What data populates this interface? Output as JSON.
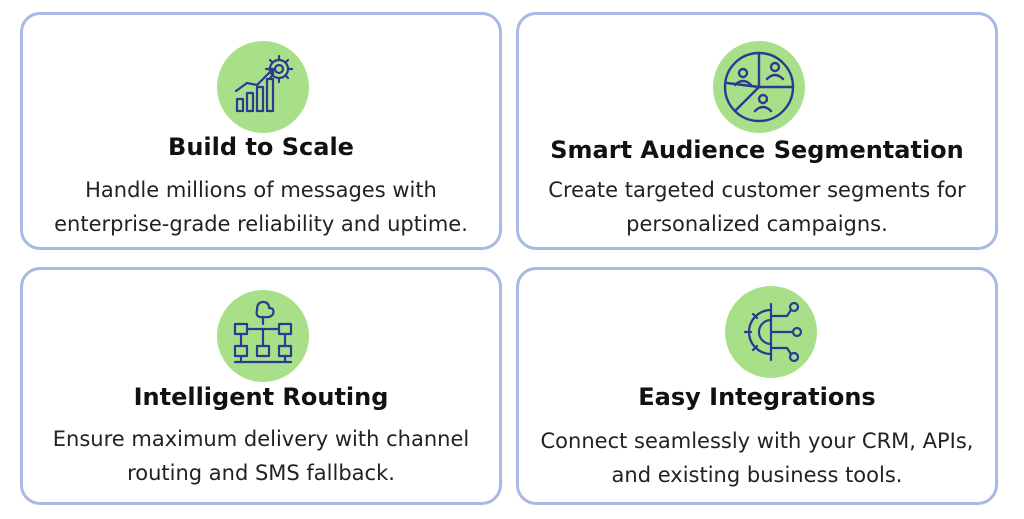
{
  "theme": {
    "card_border": "#a9b9e6",
    "icon_background": "#a8e08a",
    "icon_stroke": "#2c3a8f"
  },
  "features": [
    {
      "icon": "chart-growth-gear-icon",
      "title": "Build to Scale",
      "description": "Handle millions of messages with enterprise-grade reliability and uptime."
    },
    {
      "icon": "audience-pie-segments-icon",
      "title": "Smart Audience Segmentation",
      "description": "Create targeted customer segments for personalized campaigns."
    },
    {
      "icon": "routing-hierarchy-icon",
      "title": "Intelligent Routing",
      "description": "Ensure maximum delivery with channel routing and SMS fallback."
    },
    {
      "icon": "gear-integration-nodes-icon",
      "title": "Easy Integrations",
      "description": "Connect seamlessly with your CRM, APIs, and existing business tools."
    }
  ]
}
